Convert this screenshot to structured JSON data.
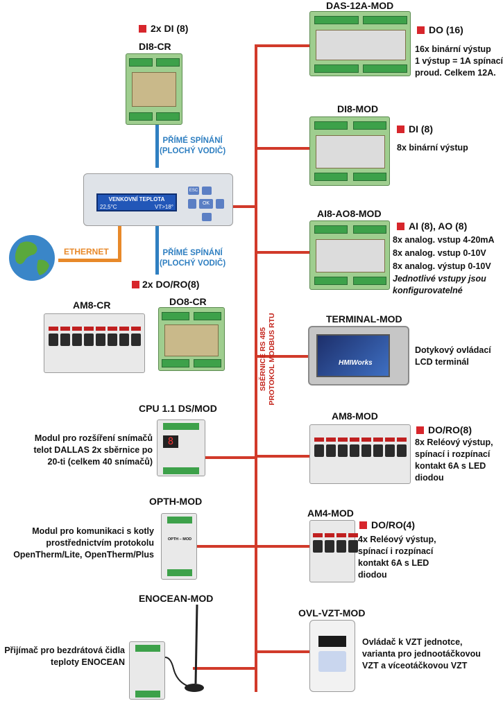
{
  "bus_label": [
    "SBĚRNICE RS 485",
    "PROTOKOL MODBUS RTU"
  ],
  "colors": {
    "bus": "#d13a2a",
    "flat_cable": "#2f7fc1",
    "ethernet": "#e8892a",
    "badge": "#d7262c"
  },
  "controller": {
    "lcd_line1": "VENKOVNÍ TEPLOTA",
    "lcd_line2": "22,5°C",
    "lcd_right": "VT>18°",
    "buttons": [
      "ESC",
      "OK"
    ]
  },
  "ethernet_label": "ETHERNET",
  "flat_top": [
    "PŘÍMÉ SPÍNÁNÍ",
    "(PLOCHÝ VODIČ)"
  ],
  "flat_bottom": [
    "PŘÍMÉ SPÍNÁNÍ",
    "(PLOCHÝ VODIČ)"
  ],
  "left_modules": {
    "di8cr": {
      "badge": "2x DI (8)",
      "title": "DI8-CR"
    },
    "dout": {
      "badge": "2x DO/RO(8)",
      "am8cr_title": "AM8-CR",
      "do8cr_title": "DO8-CR"
    },
    "cpu": {
      "title": "CPU 1.1 DS/MOD",
      "desc": [
        "Modul pro rozšíření snímačů",
        "telot DALLAS 2x sběrnice po",
        "20-ti (celkem 40 snímačů)"
      ],
      "display": "8"
    },
    "opth": {
      "title": "OPTH-MOD",
      "desc": [
        "Modul pro komunikaci s kotly",
        "prostřednictvím protokolu",
        "OpenTherm/Lite, OpenTherm/Plus"
      ],
      "label": "OPTH – MOD"
    },
    "enocean": {
      "title": "ENOCEAN-MOD",
      "desc": [
        "Přijímač pro bezdrátová čidla",
        "teploty ENOCEAN"
      ]
    }
  },
  "right_modules": [
    {
      "title": "DAS-12A-MOD",
      "badge": "DO (16)",
      "desc": [
        "16x binární výstup",
        "1 výstup = 1A spínací",
        "proud. Celkem 12A."
      ],
      "italic_from": 99
    },
    {
      "title": "DI8-MOD",
      "badge": "DI (8)",
      "desc": [
        "8x binární výstup"
      ],
      "italic_from": 99
    },
    {
      "title": "AI8-AO8-MOD",
      "badge": "AI (8), AO (8)",
      "desc": [
        "8x analog. vstup 4-20mA",
        "8x analog. vstup 0-10V",
        "8x analog. výstup 0-10V",
        "Jednotlivé vstupy jsou",
        "konfigurovatelné"
      ],
      "italic_from": 3
    },
    {
      "title": "TERMINAL-MOD",
      "badge": "",
      "desc": [
        "Dotykový ovládací",
        "LCD terminál"
      ],
      "italic_from": 99,
      "screen_text": "HMIWorks"
    },
    {
      "title": "AM8-MOD",
      "badge": "DO/RO(8)",
      "desc": [
        "8x Reléový výstup,",
        "spínací i rozpínací",
        "kontakt 6A s LED",
        "diodou"
      ],
      "italic_from": 99
    },
    {
      "title": "AM4-MOD",
      "badge": "DO/RO(4)",
      "desc": [
        "4x Reléový výstup,",
        "spínací i rozpínací",
        "kontakt 6A s LED",
        "diodou"
      ],
      "italic_from": 99
    },
    {
      "title": "OVL-VZT-MOD",
      "badge": "",
      "desc": [
        "Ovládač k VZT jednotce,",
        "varianta pro jednootáčkovou",
        "VZT a víceotáčkovou VZT"
      ],
      "italic_from": 99
    }
  ]
}
